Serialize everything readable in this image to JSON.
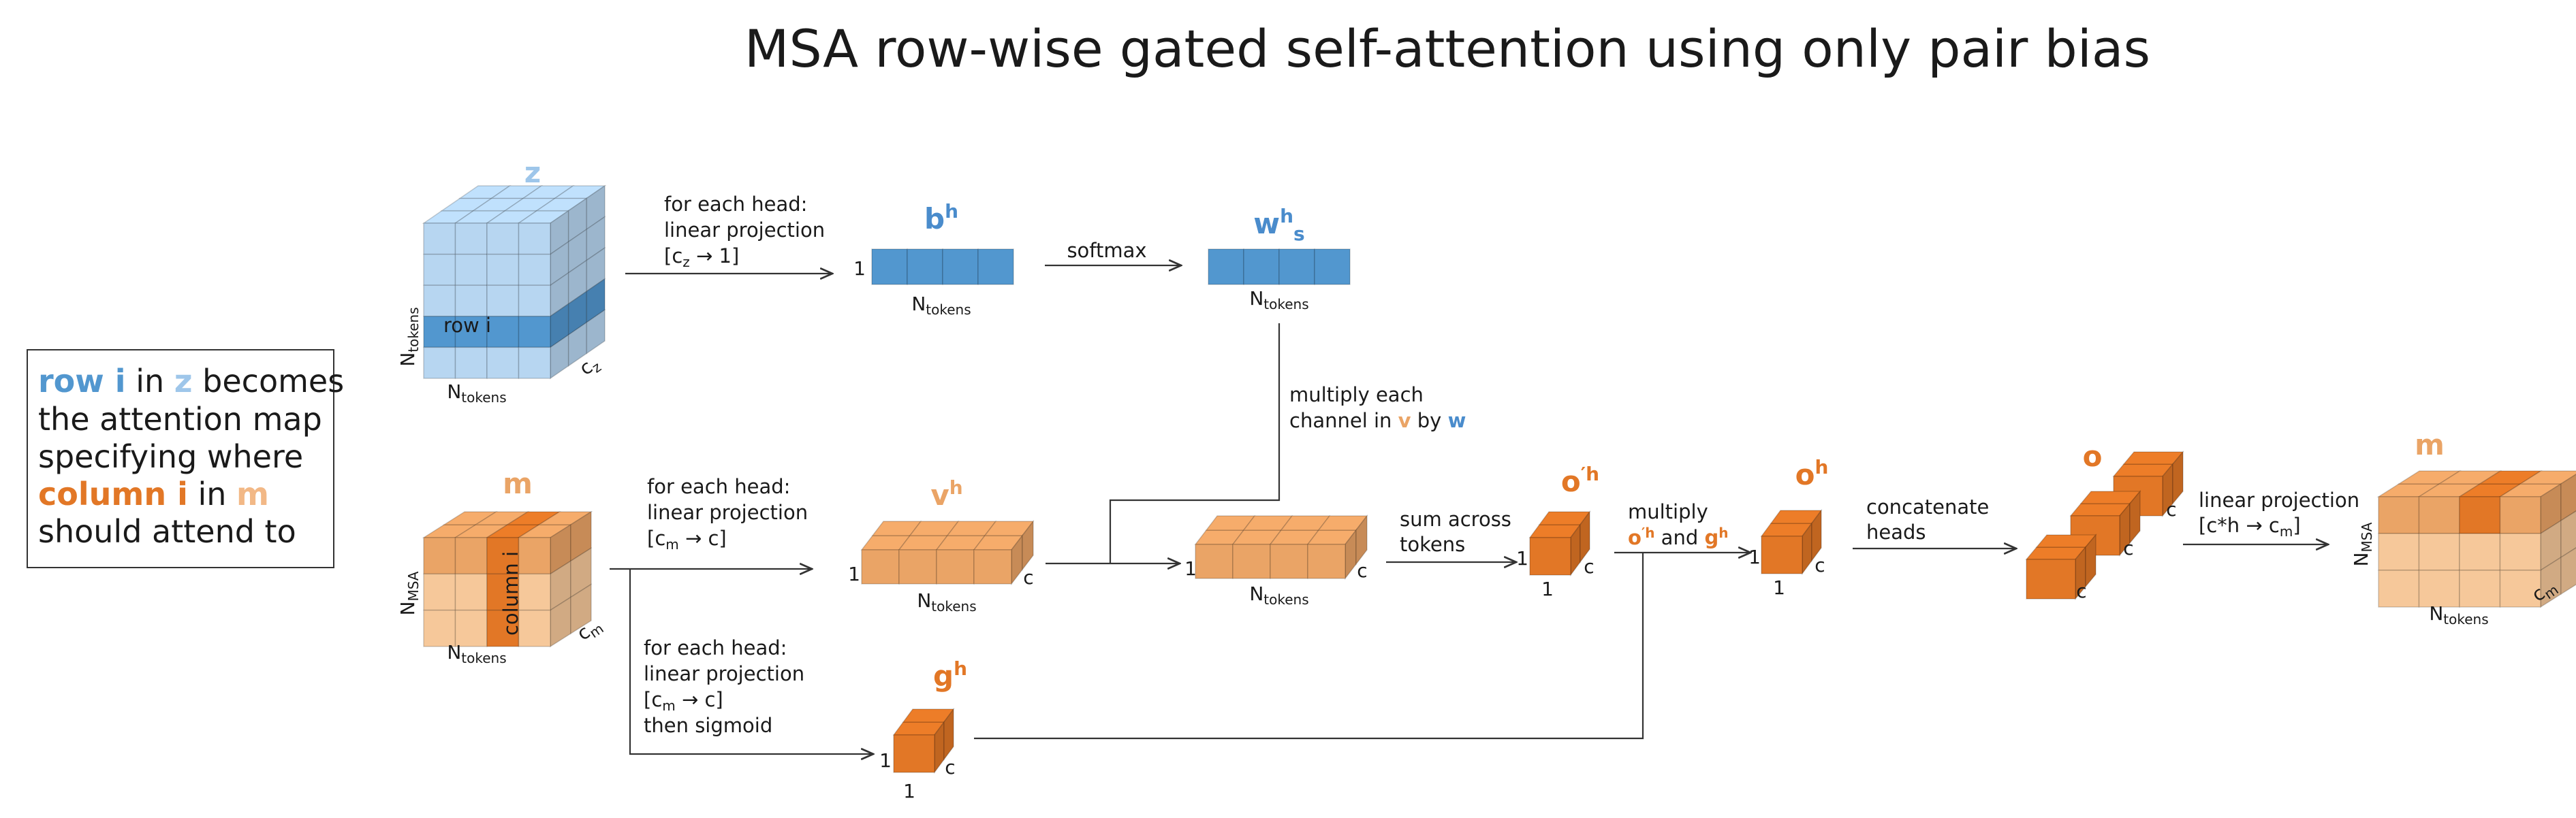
{
  "title": "MSA row-wise gated self-attention using only pair bias",
  "colors": {
    "blue_light": "#b7d6f1",
    "blue": "#5297cf",
    "orange_light": "#f6c89a",
    "orange": "#eaa466",
    "orange_dark": "#e27726"
  },
  "note": {
    "line1_bold": "row i",
    "line1_mid": " in ",
    "line1_z": "z",
    "line1_end": " becomes",
    "line2": "the attention map",
    "line3": "specifying where",
    "line4_bold": "column i",
    "line4_mid": " in ",
    "line4_m": "m",
    "line5": "should attend to"
  },
  "z_tensor": {
    "label": "z",
    "row_label": "row i",
    "dim_rows": "N",
    "dim_rows_sub": "tokens",
    "dim_cols": "N",
    "dim_cols_sub": "tokens",
    "dim_depth": "c",
    "dim_depth_sub": "z"
  },
  "m_tensor": {
    "label": "m",
    "col_label": "column i",
    "dim_rows": "N",
    "dim_rows_sub": "MSA",
    "dim_cols": "N",
    "dim_cols_sub": "tokens",
    "dim_depth": "c",
    "dim_depth_sub": "m"
  },
  "step_bias": {
    "line1": "for each head:",
    "line2": "linear projection",
    "line3_pre": "[c",
    "line3_sub": "z",
    "line3_post": " → 1]"
  },
  "bias": {
    "label": "b",
    "label_sup": "h",
    "dim_left": "1",
    "dim_bottom": "N",
    "dim_bottom_sub": "tokens"
  },
  "step_softmax": {
    "label": "softmax"
  },
  "weights": {
    "label": "w",
    "label_sup": "h",
    "label_sub": "s",
    "dim_bottom": "N",
    "dim_bottom_sub": "tokens"
  },
  "step_multiply": {
    "line1": "multiply each",
    "line2_pre": "channel in ",
    "line2_v": "v",
    "line2_mid": " by ",
    "line2_w": "w"
  },
  "step_value": {
    "line1": "for each head:",
    "line2": "linear projection",
    "line3_pre": "[c",
    "line3_sub": "m",
    "line3_post": " → c]"
  },
  "value": {
    "label": "v",
    "label_sup": "h",
    "dim_left": "1",
    "dim_right": "c",
    "dim_bottom": "N",
    "dim_bottom_sub": "tokens"
  },
  "weighted": {
    "dim_left": "1",
    "dim_right": "c",
    "dim_bottom": "N",
    "dim_bottom_sub": "tokens"
  },
  "step_sum": {
    "line1": "sum across",
    "line2": "tokens"
  },
  "o_prime": {
    "label": "o",
    "label_sup": "′h",
    "dim_left": "1",
    "dim_right": "c",
    "dim_bottom": "1"
  },
  "step_gate_mult": {
    "line1": "multiply",
    "line2_o": "o",
    "line2_o_sup": "′h",
    "line2_mid": " and ",
    "line2_g": "g",
    "line2_g_sup": "h"
  },
  "o_head": {
    "label": "o",
    "label_sup": "h",
    "dim_left": "1",
    "dim_right": "c",
    "dim_bottom": "1"
  },
  "step_concat": {
    "line1": "concatenate",
    "line2": "heads"
  },
  "o_concat": {
    "label": "o",
    "dim_c1": "c",
    "dim_c2": "c",
    "dim_c3": "c"
  },
  "step_out": {
    "line1": "linear projection",
    "line2_pre": "[c*h → c",
    "line2_sub": "m",
    "line2_post": "]"
  },
  "m_out": {
    "label": "m",
    "dim_rows": "N",
    "dim_rows_sub": "MSA",
    "dim_cols": "N",
    "dim_cols_sub": "tokens",
    "dim_depth": "c",
    "dim_depth_sub": "m"
  },
  "step_gate": {
    "line1": "for each head:",
    "line2": "linear projection",
    "line3_pre": "[c",
    "line3_sub": "m",
    "line3_post": " → c]",
    "line4": "then sigmoid"
  },
  "gate": {
    "label": "g",
    "label_sup": "h",
    "dim_left": "1",
    "dim_right": "c",
    "dim_bottom": "1"
  }
}
